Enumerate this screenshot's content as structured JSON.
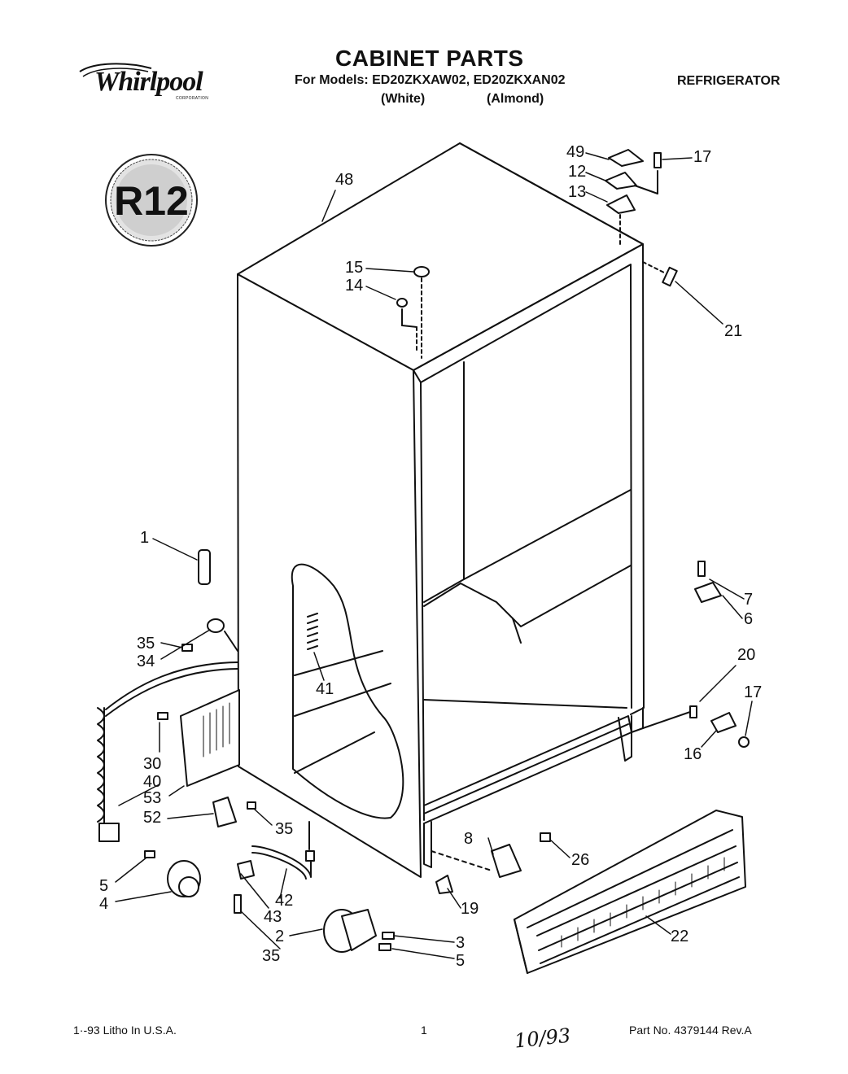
{
  "header": {
    "brand": "Whirlpool",
    "brand_corp": "CORPORATION",
    "title": "CABINET PARTS",
    "models_line": "For Models: ED20ZKXAW02, ED20ZKXAN02",
    "color_white": "(White)",
    "color_almond": "(Almond)",
    "category": "REFRIGERATOR"
  },
  "badge": {
    "text": "R12"
  },
  "callouts": {
    "c48": "48",
    "c49": "49",
    "c12": "12",
    "c13": "13",
    "c17a": "17",
    "c15": "15",
    "c14": "14",
    "c21": "21",
    "c1": "1",
    "c7": "7",
    "c6": "6",
    "c35a": "35",
    "c34": "34",
    "c41": "41",
    "c20": "20",
    "c17b": "17",
    "c16": "16",
    "c30": "30",
    "c40": "40",
    "c53": "53",
    "c52": "52",
    "c35b": "35",
    "c8": "8",
    "c26": "26",
    "c5a": "5",
    "c4": "4",
    "c42": "42",
    "c43": "43",
    "c19": "19",
    "c2": "2",
    "c35c": "35",
    "c3": "3",
    "c5b": "5",
    "c22": "22"
  },
  "footer": {
    "left": "1·-93 Litho In U.S.A.",
    "page": "1",
    "right": "Part No. 4379144 Rev.A",
    "handwritten": "10/93"
  }
}
